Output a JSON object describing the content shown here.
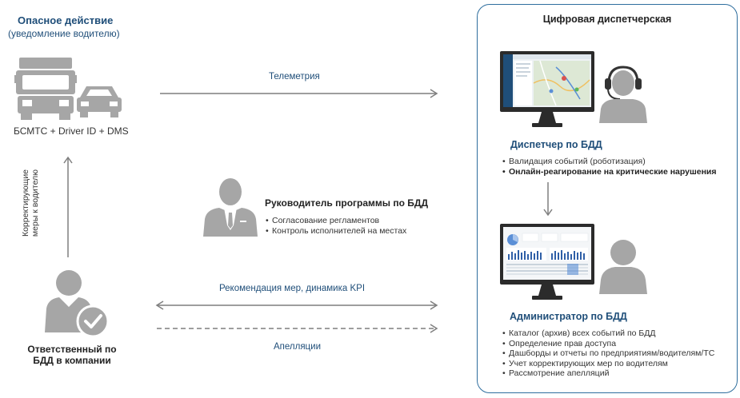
{
  "left": {
    "title": "Опасное действие",
    "subtitle": "(уведомление водителю)",
    "devices_label": "БСМТС + Driver ID + DMS",
    "vertical_label_line1": "Корректирующие",
    "vertical_label_line2": "меры к водителю",
    "responsible_line1": "Ответственный по",
    "responsible_line2": "БДД в компании"
  },
  "center": {
    "telemetry_label": "Телеметрия",
    "manager_title": "Руководитель программы по БДД",
    "manager_bullets": [
      "Согласование регламентов",
      "Контроль исполнителей на местах"
    ],
    "kpi_label": "Рекомендация мер, динамика KPI",
    "appeals_label": "Апелляции"
  },
  "panel": {
    "title": "Цифровая диспетчерская",
    "dispatcher_title": "Диспетчер по БДД",
    "dispatcher_bullets": [
      "Валидация событий (роботизация)",
      "Онлайн-реагирование на критические нарушения"
    ],
    "admin_title": "Администратор по БДД",
    "admin_bullets": [
      "Каталог (архив) всех событий по БДД",
      "Определение прав доступа",
      "Дашборды и отчеты по предприятиям/водителям/ТС",
      "Учет корректирующих мер по водителям",
      "Рассмотрение апелляций"
    ]
  },
  "colors": {
    "accent_blue": "#1f4e79",
    "panel_border": "#2e6e9e",
    "icon_gray": "#a6a6a6",
    "arrow_gray": "#7f7f7f"
  }
}
